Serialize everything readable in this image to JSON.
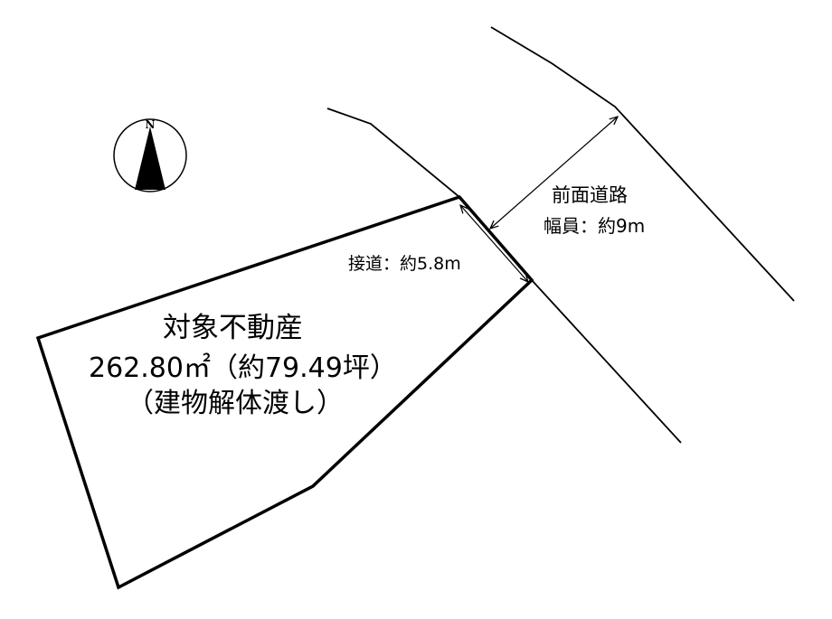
{
  "compass": {
    "north_letter": "N"
  },
  "road": {
    "name": "前面道路",
    "width_label": "幅員：約9m"
  },
  "frontage": {
    "label": "接道：約5.8m"
  },
  "property": {
    "title": "対象不動産",
    "area": "262.80㎡（約79.49坪）",
    "note": "（建物解体渡し）"
  },
  "colors": {
    "line": "#000000",
    "background": "#ffffff"
  }
}
